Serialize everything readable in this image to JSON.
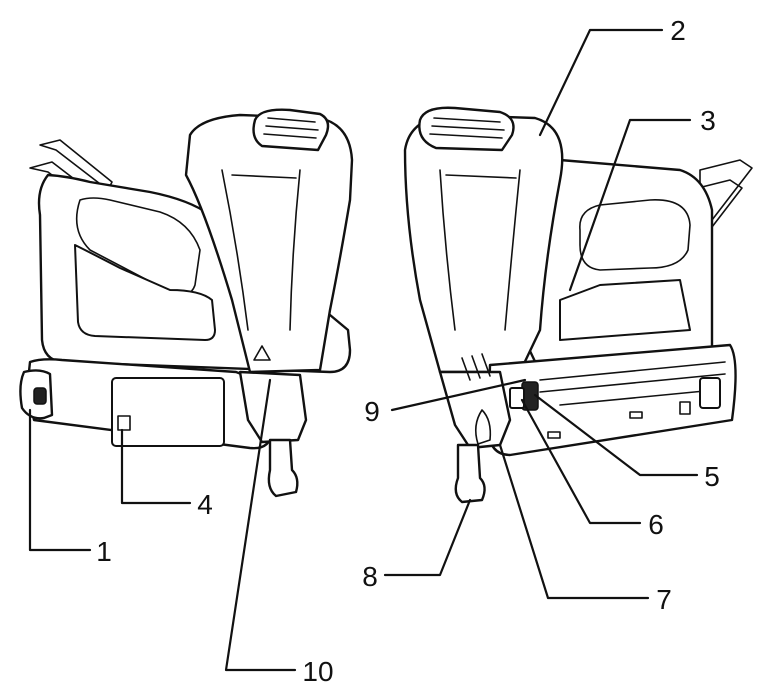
{
  "callouts": [
    {
      "id": "1",
      "label": "1"
    },
    {
      "id": "2",
      "label": "2"
    },
    {
      "id": "3",
      "label": "3"
    },
    {
      "id": "4",
      "label": "4"
    },
    {
      "id": "5",
      "label": "5"
    },
    {
      "id": "6",
      "label": "6"
    },
    {
      "id": "7",
      "label": "7"
    },
    {
      "id": "8",
      "label": "8"
    },
    {
      "id": "9",
      "label": "9"
    },
    {
      "id": "10",
      "label": "10"
    }
  ],
  "colors": {
    "line": "#111111",
    "background": "#ffffff"
  }
}
